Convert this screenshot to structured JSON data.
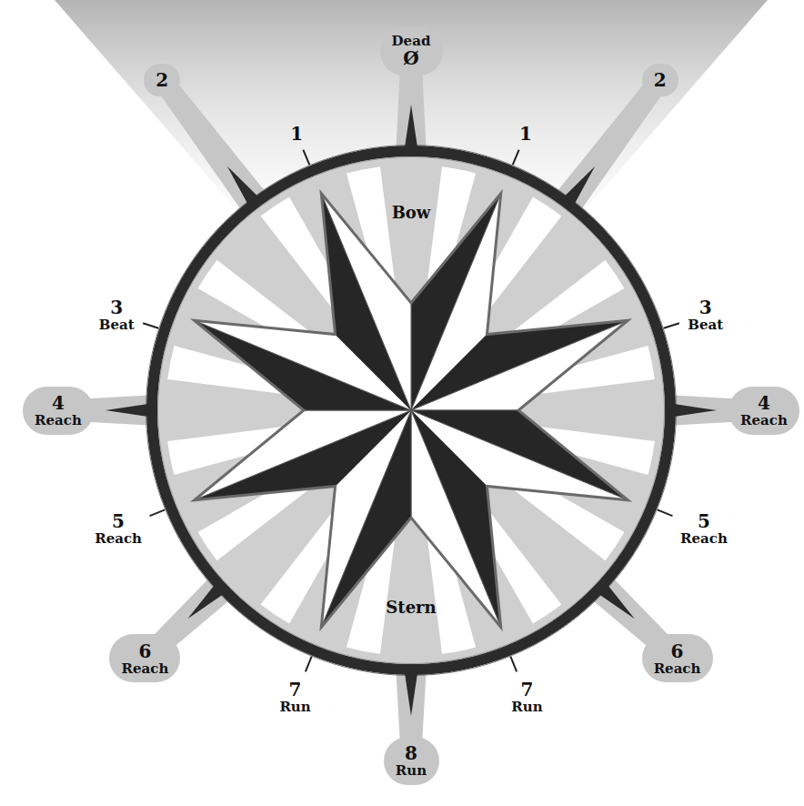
{
  "diagram": {
    "nodes": [
      {
        "text": [
          "Dead",
          "Ø"
        ]
      },
      {
        "text": [
          "2"
        ]
      },
      {
        "text": [
          "2"
        ]
      },
      {
        "text": [
          "4",
          "Reach"
        ]
      },
      {
        "text": [
          "4",
          "Reach"
        ]
      },
      {
        "text": [
          "6",
          "Reach"
        ]
      },
      {
        "text": [
          "6",
          "Reach"
        ]
      },
      {
        "text": [
          "8",
          "Run"
        ]
      }
    ],
    "edges": [],
    "labels": [
      "1",
      "1",
      "Bow",
      "3",
      "Beat",
      "3",
      "Beat",
      "5",
      "Reach",
      "5",
      "Reach",
      "Stern",
      "7",
      "Run",
      "7",
      "Run"
    ]
  }
}
